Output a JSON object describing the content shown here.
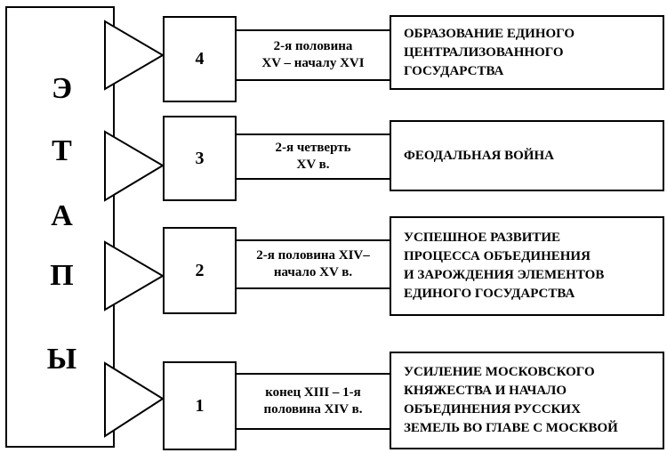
{
  "title_letters": [
    "Э",
    "Т",
    "А",
    "П",
    "Ы"
  ],
  "stages": [
    {
      "number": "4",
      "period": "2-я половина\nXV – началу XVI",
      "description": "Образование единого\nцентрализованного\nгосударства"
    },
    {
      "number": "3",
      "period": "2-я четверть\nXV в.",
      "description": "Феодальная война"
    },
    {
      "number": "2",
      "period": "2-я половина XIV–\nначало  XV в.",
      "description": "Успешное развитие\nпроцесса объединения\nи зарождения элементов\nединого государства"
    },
    {
      "number": "1",
      "period": "конец XIII – 1-я\nполовина XIV в.",
      "description": "Усиление московского\nкняжества и начало\nобъединения русских\nземель во главе с Москвой"
    }
  ]
}
